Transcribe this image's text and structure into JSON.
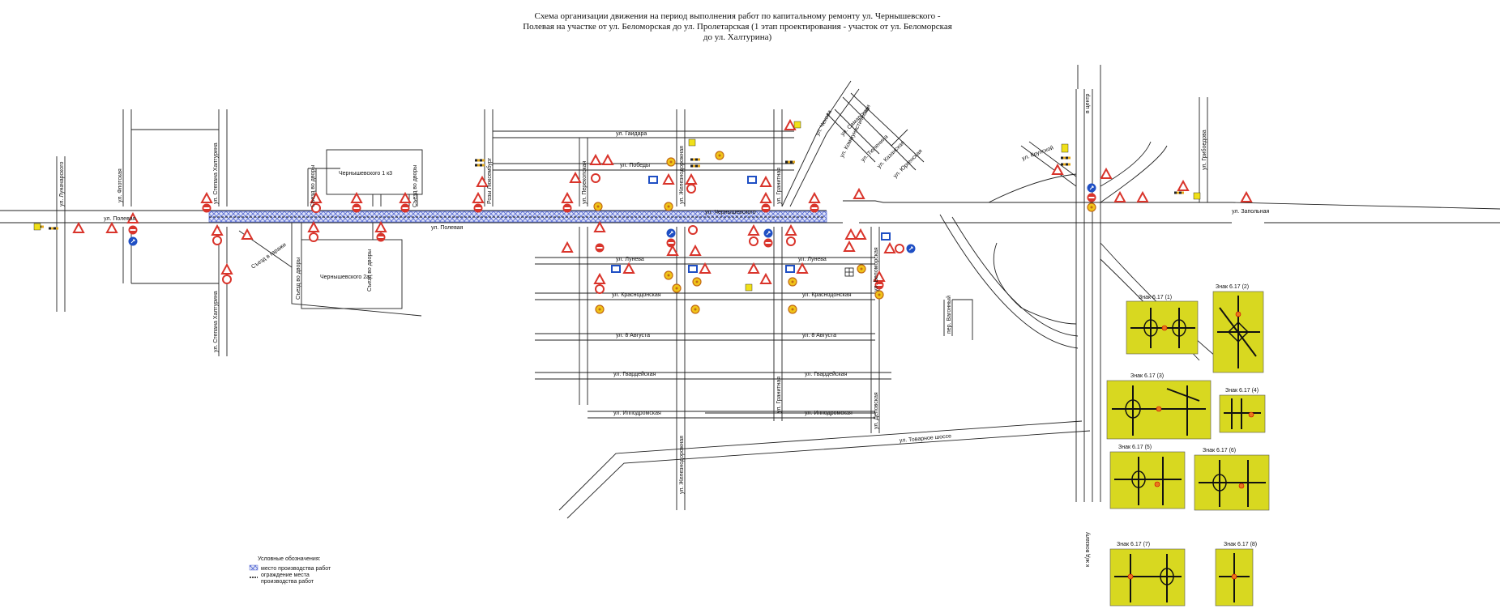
{
  "title": {
    "line1": "Схема организации движения на период выполнения работ по капитальному ремонту ул. Чернышевского -",
    "line2": "Полевая на участке от ул. Беломорская до ул. Пролетарская (1 этап проектирования - участок от ул. Беломорская",
    "line3": "до ул. Халтурина)"
  },
  "streets": {
    "polevaya": "ул. Полевая",
    "polevaya2": "ул. Полевая",
    "chernyshevskogo": "ул. Чернышевского",
    "zapolnaya": "ул. Запольная",
    "gaidara": "ул. Гайдара",
    "pobedy": "ул. Победы",
    "luneva1": "ул. Лунева",
    "luneva2": "ул. Лунева",
    "krasnodonskaya1": "ул. Краснодонская",
    "krasnodonskaya2": "ул. Краснодонская",
    "avgusta1": "ул. 8 Августа",
    "avgusta2": "ул. 8 Августа",
    "gvardeiskaya1": "ул. Гвардейская",
    "gvardeiskaya2": "ул. Гвардейская",
    "ippodromskaya1": "ул. Ипподромская",
    "ippodromskaya2": "ул. Ипподромская",
    "tovarnoe": "ул. Товарное шоссе",
    "krupskoi": "ул. Крупской",
    "lunacharskogo": "ул. Луначарского",
    "flotskaya": "ул. Флотская",
    "khalturina1": "ул. Степана Халтурина",
    "khalturina2": "ул. Степана Халтурина",
    "luxemburg": "Розы Люксембург",
    "perekopskaya": "ул. Перекопская",
    "zheleznodorozhnaya1": "ул. Железнодорожная",
    "zheleznodorozhnaya2": "ул. Железнодорожная",
    "granitnaya1": "ул. Гранитная",
    "granitnaya2": "ул. Гранитная",
    "belomorskaya": "ул. Беломорская",
    "vagonnaya": "пер. Вагонный",
    "depovskaya": "ул. Деповская",
    "chekhova": "ул. Чехова",
    "kommunisticheskaya": "ул. Коммунистическая",
    "samarskaya": "ул. Самарская",
    "tulenina": "ул. Тюленина",
    "kazanskaya": "ул. Казанская",
    "yurgenskaya": "ул. Юргенская",
    "v_centr": "в центр",
    "griboedova": "ул. Грибоедова",
    "k_vokzalu": "к ж/д вокзалу"
  },
  "buildings": {
    "b1": "Чернышевского 1 к3",
    "b2": "Чернышевского 2а"
  },
  "exits": {
    "e1": "Съезд во дворы",
    "e2": "Съезд во дворы",
    "e3": "Съезд во дворы",
    "e4": "Съезд во дворы",
    "e5": "Съезд в гаражи"
  },
  "legend": {
    "heading": "Условные обозначения:",
    "work_area": "место производства работ",
    "fence_line1": "ограждение места",
    "fence_line2": "производства работ"
  },
  "panels": [
    {
      "title": "Знак 6.17 (1)"
    },
    {
      "title": "Знак 6.17 (2)"
    },
    {
      "title": "Знак 6.17 (3)"
    },
    {
      "title": "Знак 6.17 (4)"
    },
    {
      "title": "Знак 6.17 (5)"
    },
    {
      "title": "Знак 6.17 (6)"
    },
    {
      "title": "Знак 6.17 (7)"
    },
    {
      "title": "Знак 6.17 (8)"
    }
  ],
  "colors": {
    "work_area": "#5b6fd6",
    "panel_bg": "#d8d820",
    "sign_red": "#d9342b",
    "sign_blue": "#1f4fc4",
    "sign_yellow": "#f0c419",
    "road": "#222222"
  }
}
